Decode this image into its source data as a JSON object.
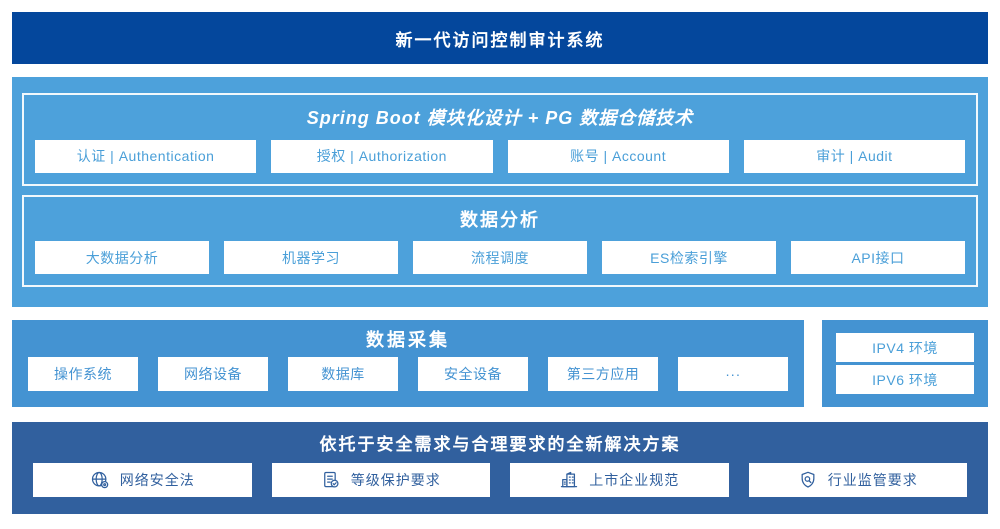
{
  "colors": {
    "header_bg": "#04479C",
    "platform_bg": "#4DA1DB",
    "collect_bg": "#4493D2",
    "solution_bg": "#31609E",
    "box_text_sky": "#4A9FD8",
    "box_text_navy": "#31609E",
    "panel_border": "#FFFFFF"
  },
  "header": {
    "title": "新一代访问控制审计系统"
  },
  "platform": {
    "spring": {
      "title": "Spring Boot 模块化设计 + PG 数据仓储技术",
      "boxes": [
        "认证 | Authentication",
        "授权 | Authorization",
        "账号 | Account",
        "审计 | Audit"
      ]
    },
    "analysis": {
      "title": "数据分析",
      "boxes": [
        "大数据分析",
        "机器学习",
        "流程调度",
        "ES检索引擎",
        "API接口"
      ]
    }
  },
  "collection": {
    "title": "数据采集",
    "boxes": [
      "操作系统",
      "网络设备",
      "数据库",
      "安全设备",
      "第三方应用",
      "···"
    ]
  },
  "environment": {
    "boxes": [
      "IPV4 环境",
      "IPV6 环境"
    ]
  },
  "solution": {
    "title": "依托于安全需求与合理要求的全新解决方案",
    "boxes": [
      {
        "icon": "globe-badge-icon",
        "label": "网络安全法"
      },
      {
        "icon": "document-check-icon",
        "label": "等级保护要求"
      },
      {
        "icon": "building-icon",
        "label": "上市企业规范"
      },
      {
        "icon": "shield-search-icon",
        "label": "行业监管要求"
      }
    ]
  }
}
